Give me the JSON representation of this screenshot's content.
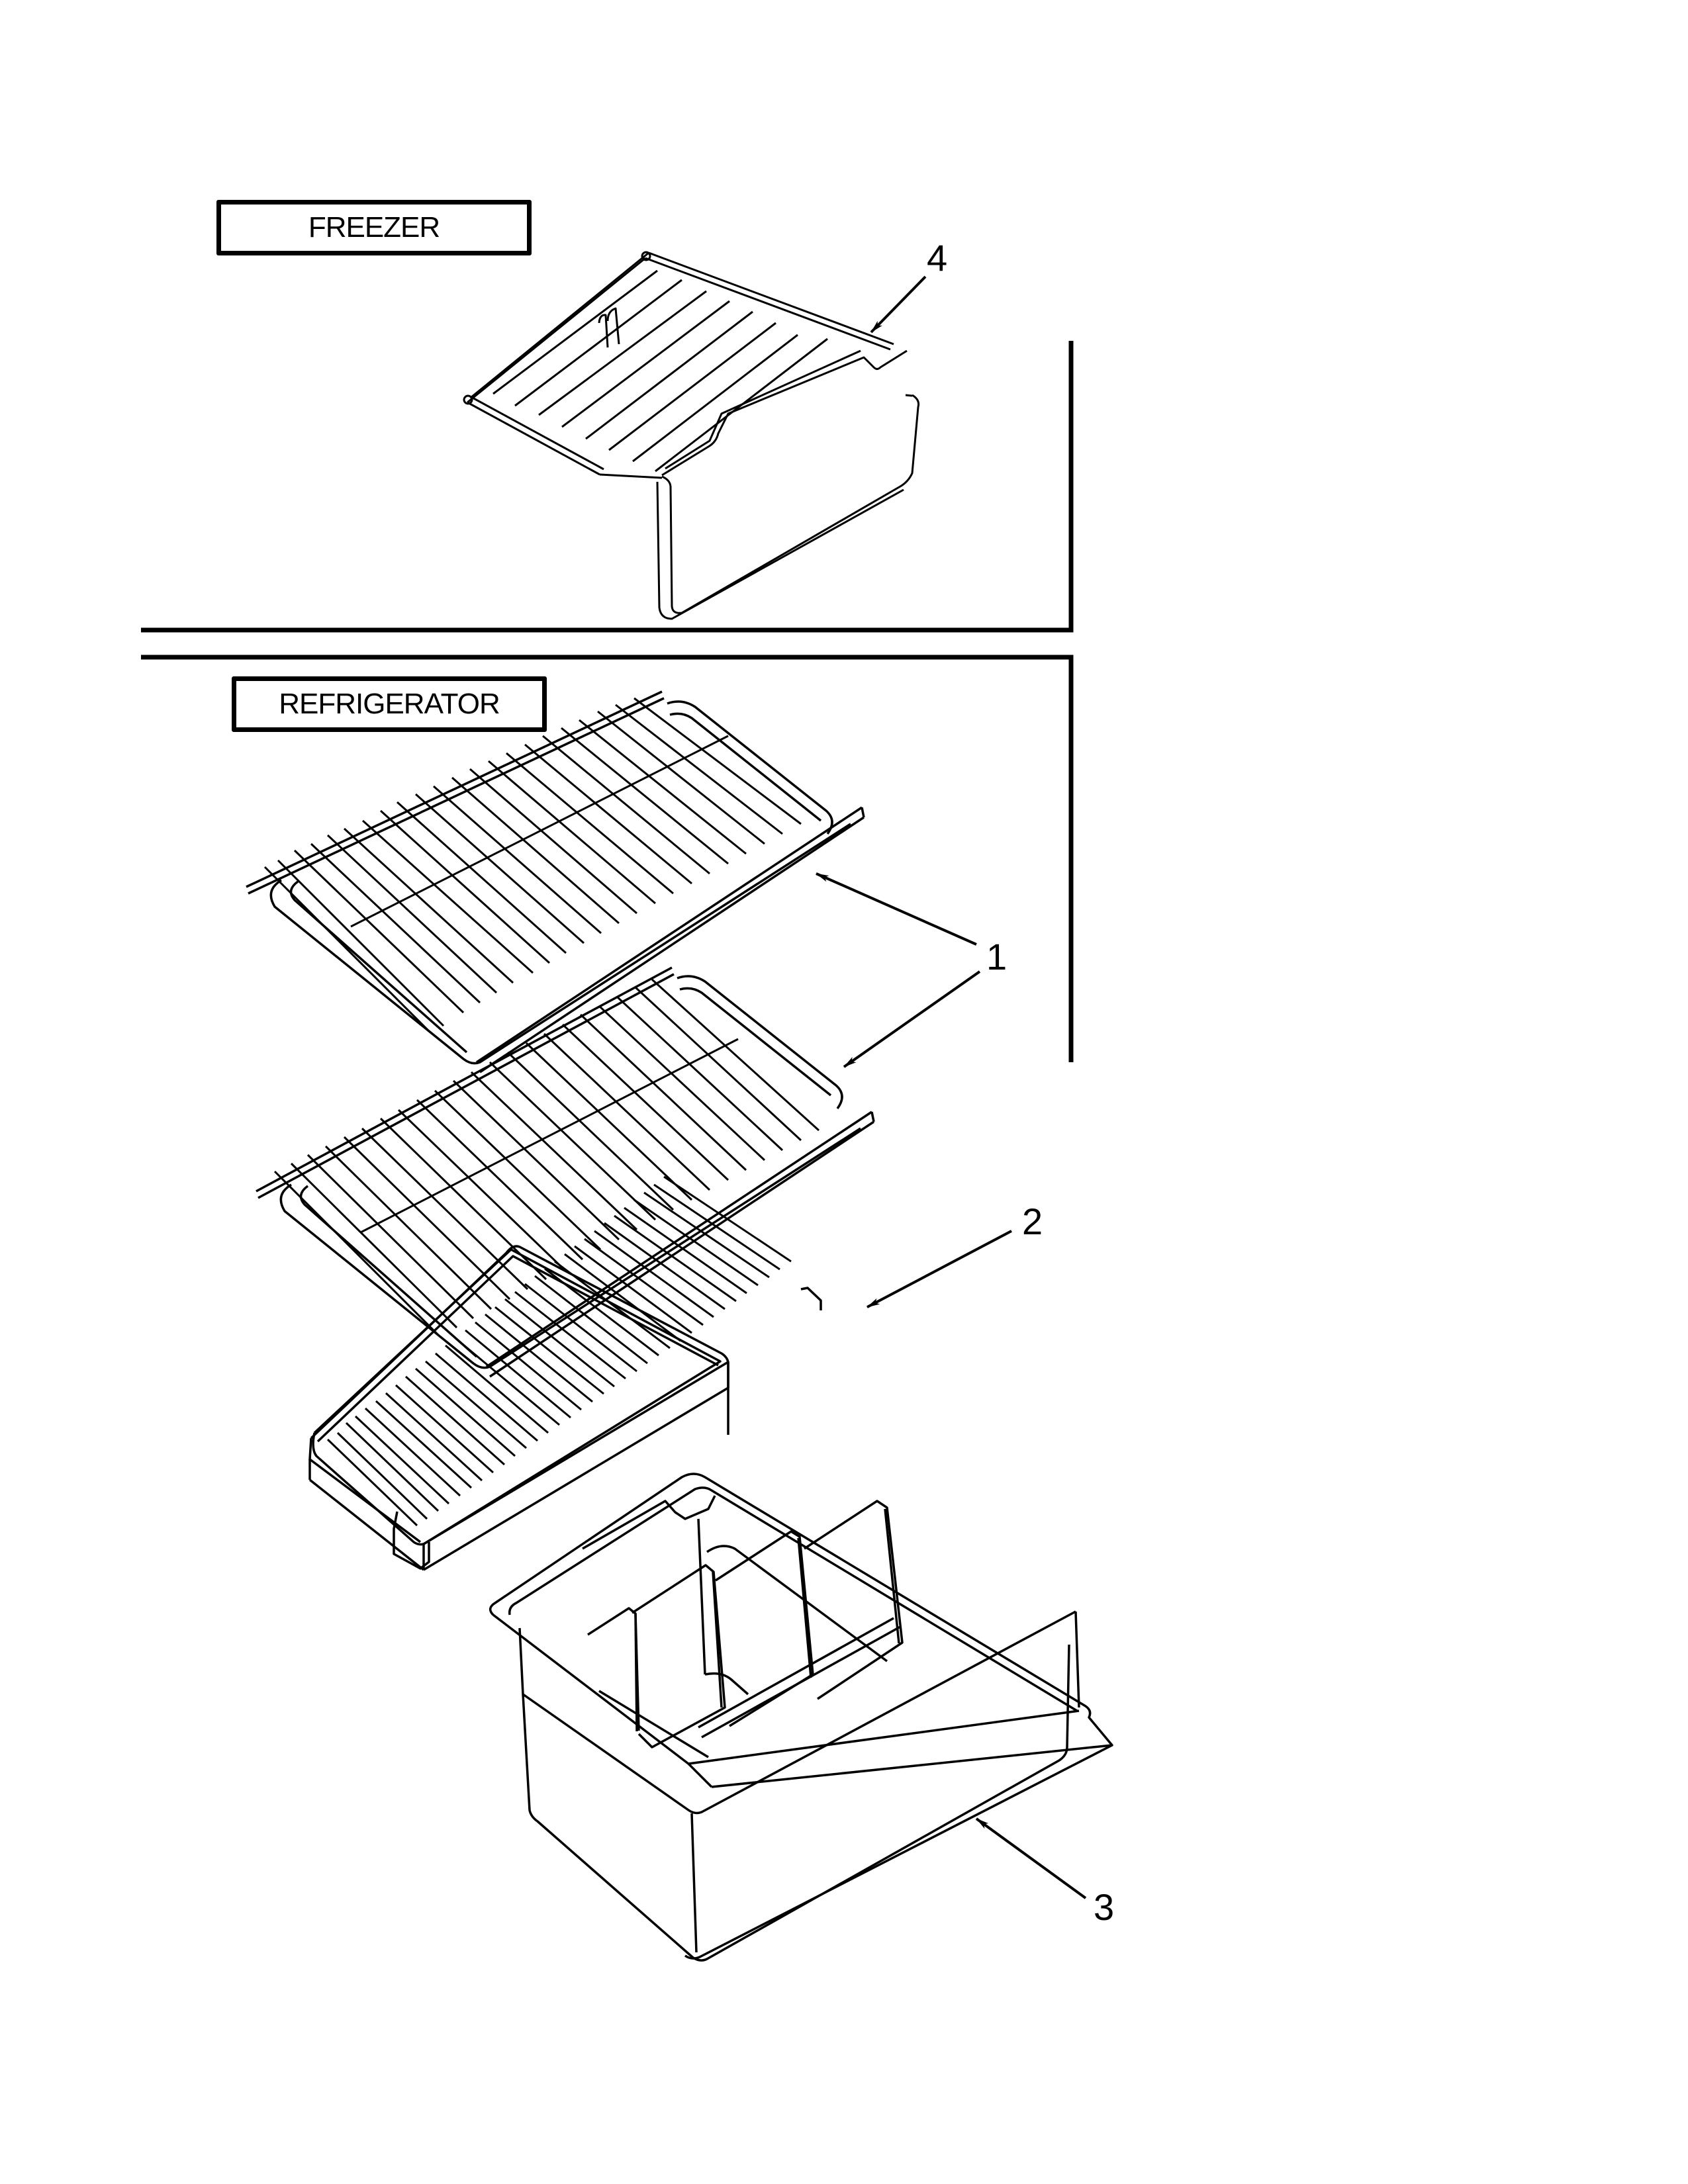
{
  "diagram": {
    "type": "exploded-parts-diagram",
    "sections": [
      {
        "id": "freezer",
        "label": "FREEZER"
      },
      {
        "id": "refrigerator",
        "label": "REFRIGERATOR"
      }
    ],
    "parts": [
      {
        "number": "1",
        "description_visual": "wire shelf (2 shown)",
        "section": "refrigerator"
      },
      {
        "number": "2",
        "description_visual": "crisper cover / ribbed tray",
        "section": "refrigerator"
      },
      {
        "number": "3",
        "description_visual": "crisper drawer with dividers",
        "section": "refrigerator"
      },
      {
        "number": "4",
        "description_visual": "wire shelf with bracket",
        "section": "freezer"
      }
    ],
    "colors": {
      "line": "#000000",
      "background": "#ffffff"
    }
  }
}
